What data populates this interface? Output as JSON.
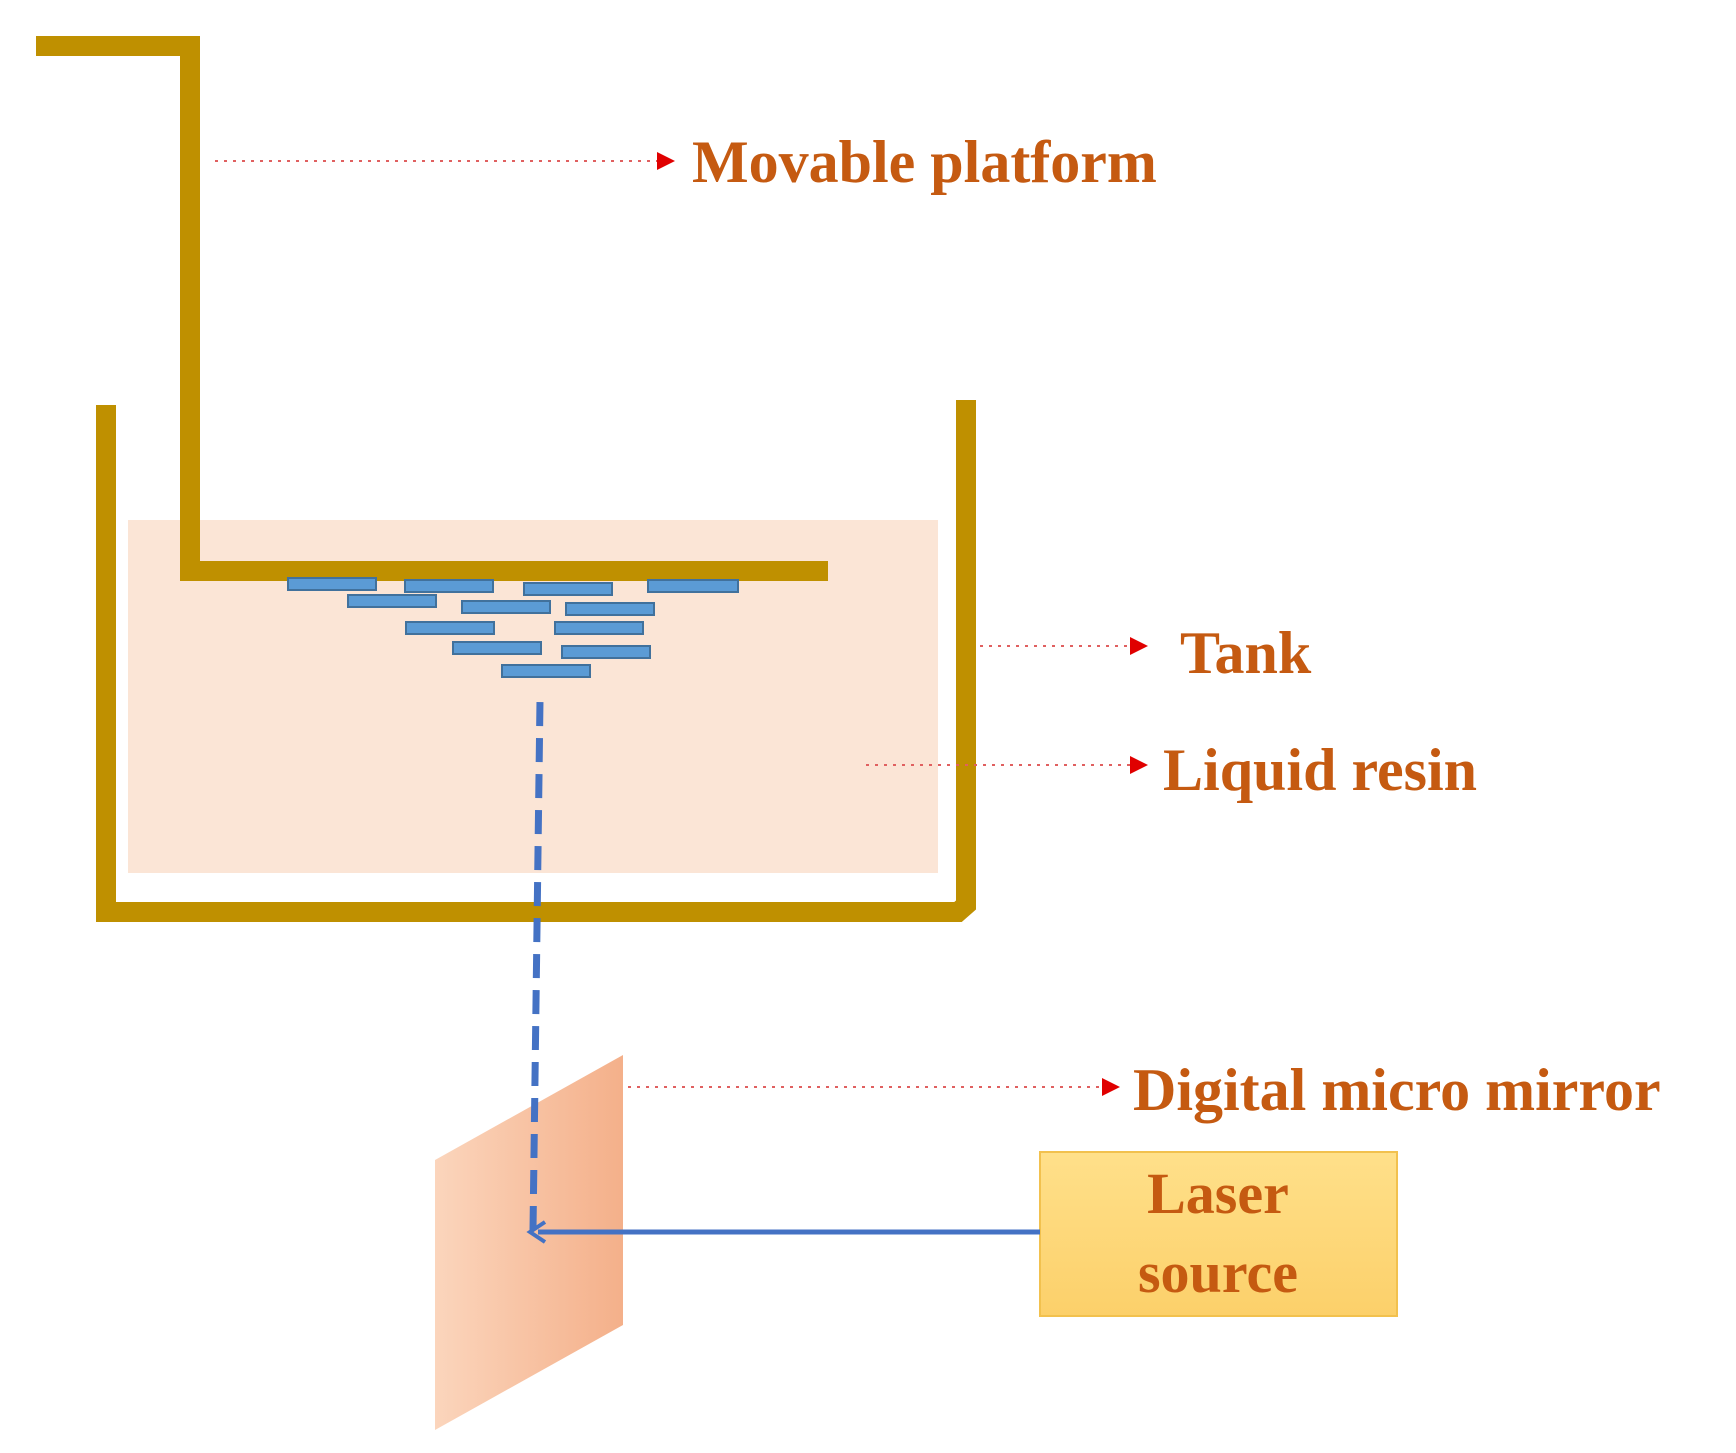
{
  "labels": {
    "movable_platform": "Movable platform",
    "tank": "Tank",
    "liquid_resin": "Liquid resin",
    "digital_micro_mirror": "Digital micro mirror",
    "laser_source_line1": "Laser",
    "laser_source_line2": "source"
  },
  "colors": {
    "frame": "#BF9000",
    "resin": "#FBE5D6",
    "layers_fill": "#5B9BD5",
    "layers_stroke": "#41719C",
    "beam": "#4472C4",
    "leader": "#FF0000",
    "label_text": "#C55A11",
    "laser_box": "#FFD966",
    "mirror": "#F8CBAD"
  }
}
